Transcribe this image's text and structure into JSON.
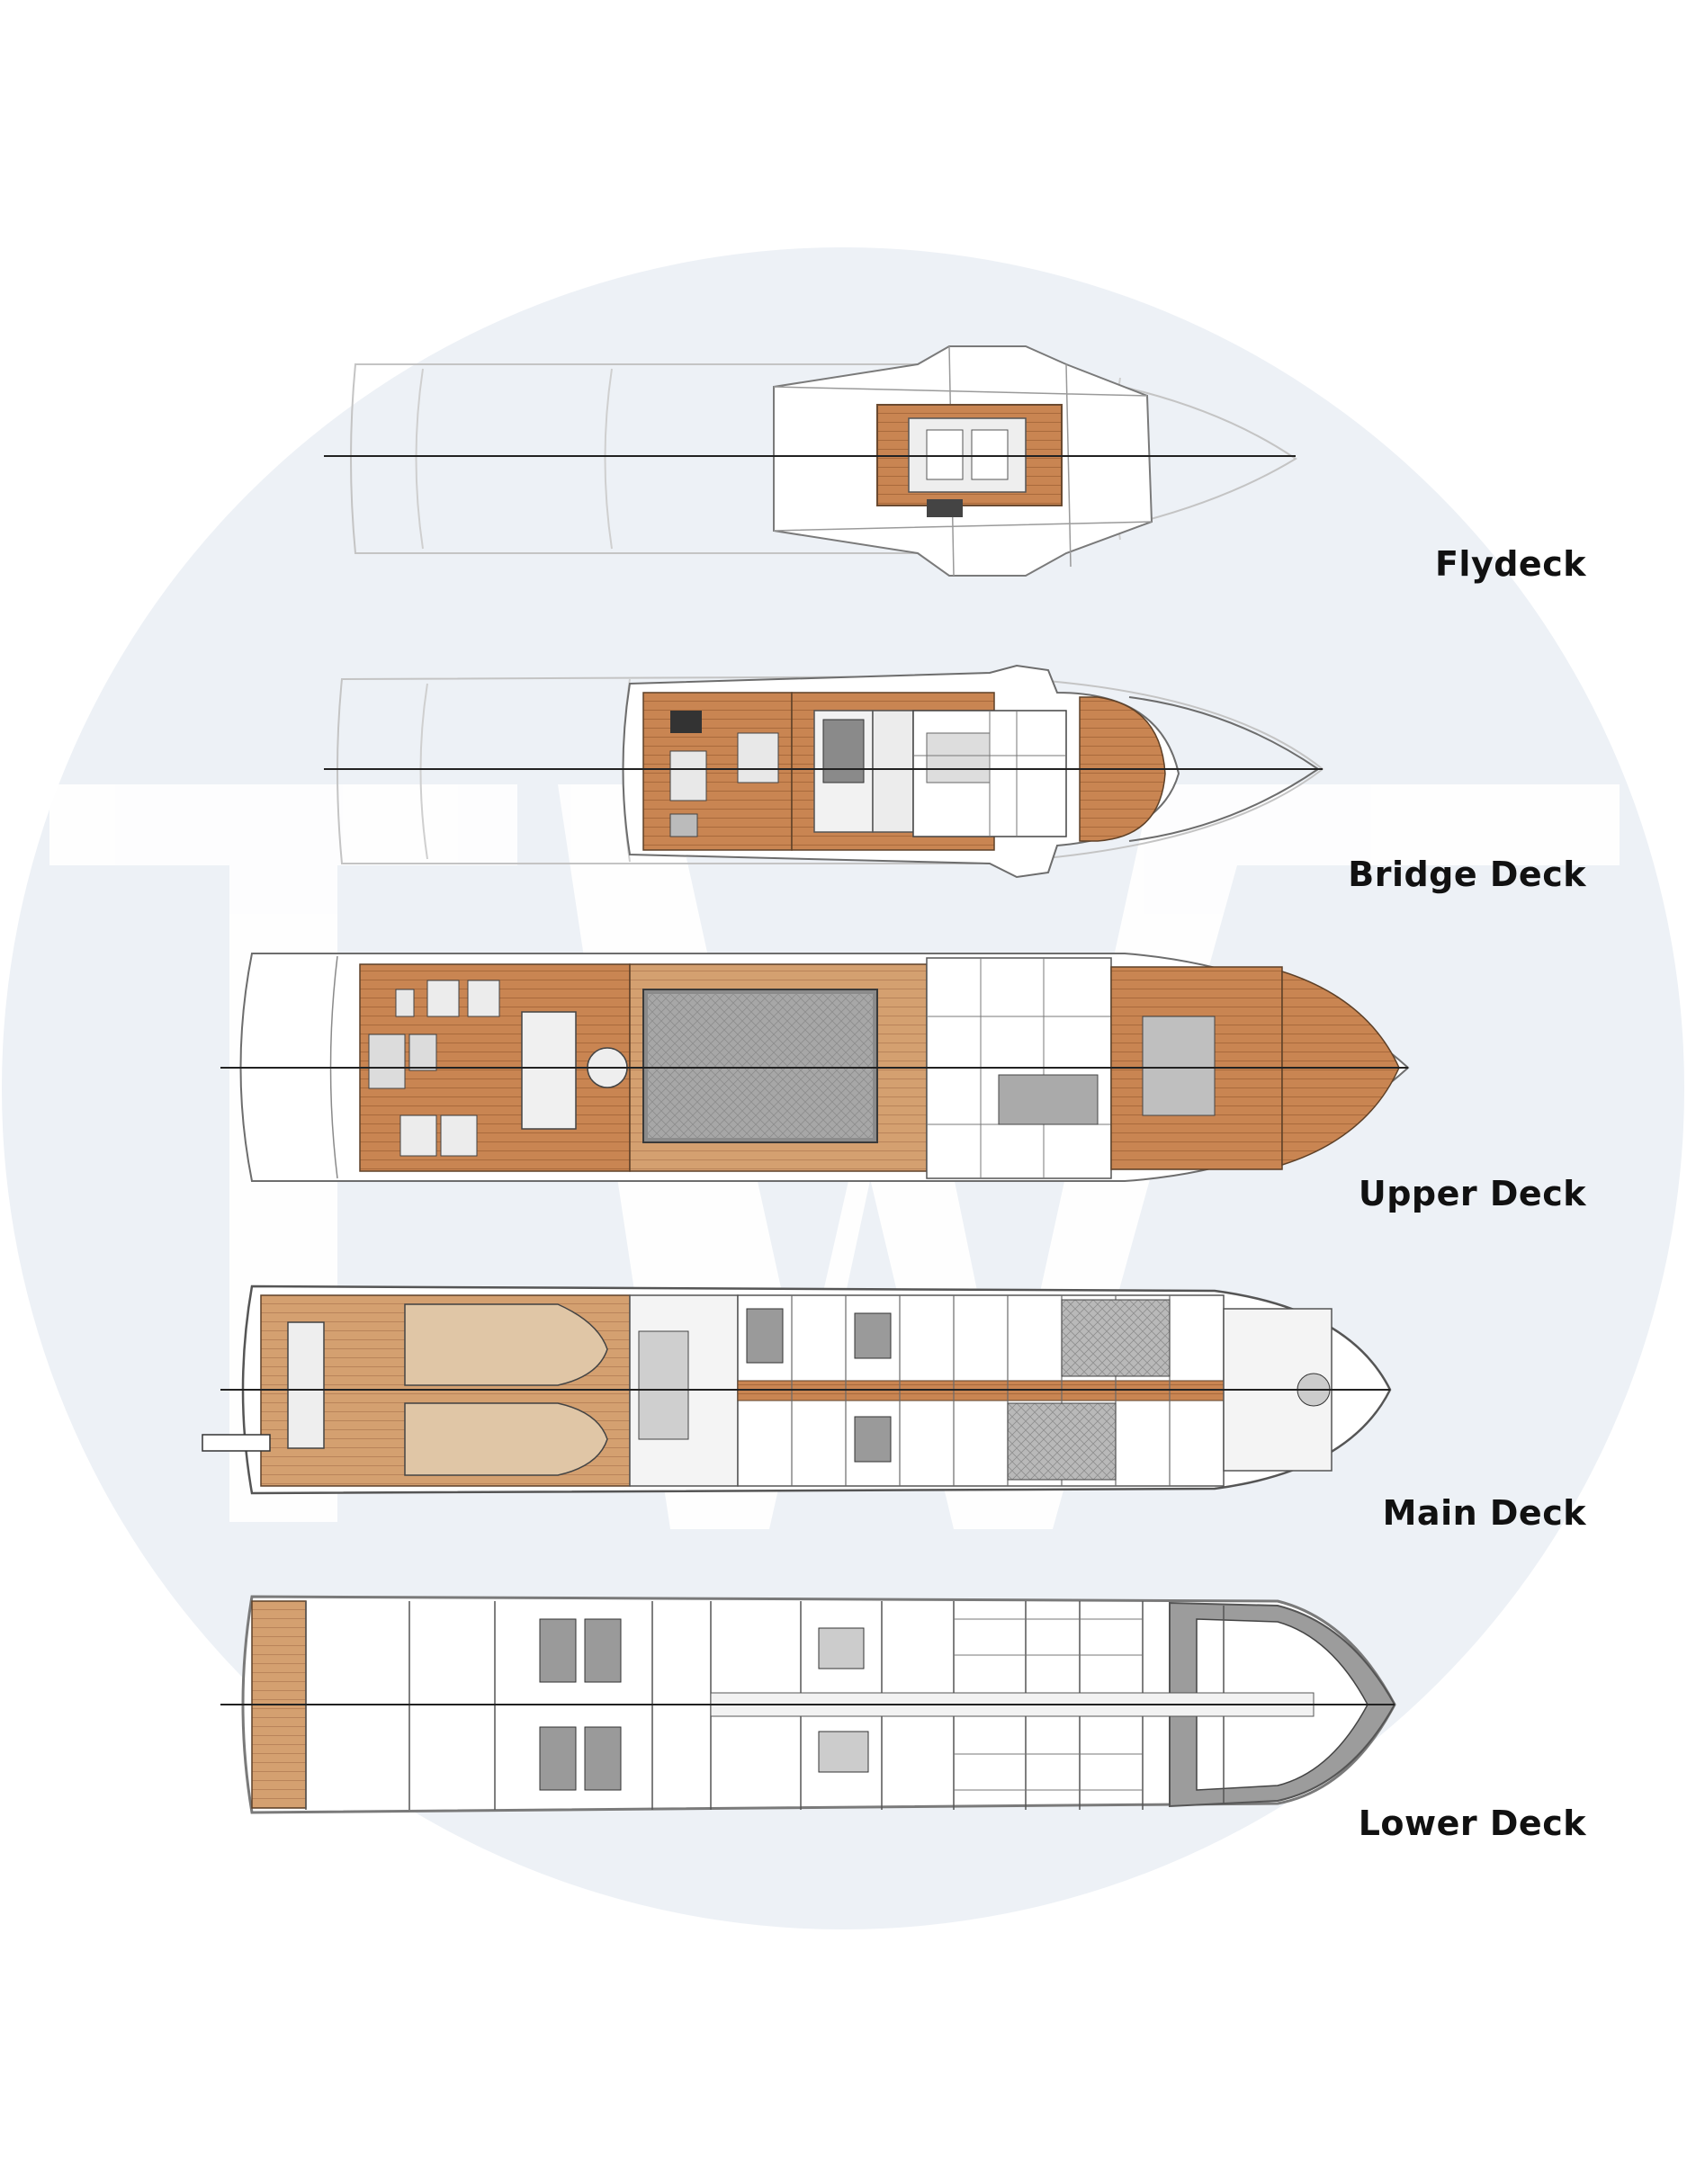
{
  "decks": [
    {
      "id": "flydeck",
      "label": "Flydeck"
    },
    {
      "id": "bridge",
      "label": "Bridge Deck"
    },
    {
      "id": "upper",
      "label": "Upper Deck"
    },
    {
      "id": "main",
      "label": "Main Deck"
    },
    {
      "id": "lower",
      "label": "Lower Deck"
    }
  ],
  "colors": {
    "background": "#ffffff",
    "watermark": "#e9eef5",
    "teak": "#c7834f",
    "teak_light": "#d8a67a",
    "hull_outline": "#8a8a8a",
    "lower_hull": "#9a9a9a",
    "label_text": "#111111"
  }
}
